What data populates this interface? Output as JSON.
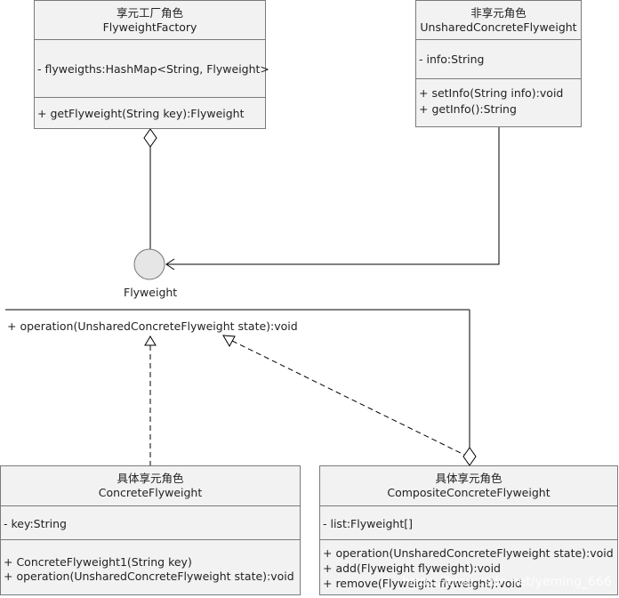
{
  "factory": {
    "title_cn": "享元工厂角色",
    "title": "FlyweightFactory",
    "attributes": [
      "- flyweigths:HashMap<String, Flyweight>"
    ],
    "methods": [
      "+ getFlyweight(String key):Flyweight"
    ]
  },
  "unshared": {
    "title_cn": "非享元角色",
    "title": "UnsharedConcreteFlyweight",
    "attributes": [
      "- info:String"
    ],
    "methods": [
      "+ setInfo(String info):void",
      "+ getInfo():String"
    ]
  },
  "interface": {
    "label": "Flyweight",
    "method": "+ operation(UnsharedConcreteFlyweight state):void"
  },
  "concrete": {
    "title_cn": "具体享元角色",
    "title": "ConcreteFlyweight",
    "attributes": [
      "- key:String"
    ],
    "methods": [
      "+ ConcreteFlyweight1(String key)",
      "+ operation(UnsharedConcreteFlyweight state):void"
    ]
  },
  "composite": {
    "title_cn": "具体享元角色",
    "title": "CompositeConcreteFlyweight",
    "attributes": [
      "- list:Flyweight[]"
    ],
    "methods": [
      "+ operation(UnsharedConcreteFlyweight state):void",
      "+ add(Flyweight flyweight):void",
      "+ remove(Flyweight flyweight):void"
    ]
  },
  "watermark": "https://blog.csdn.net/yeming_666"
}
